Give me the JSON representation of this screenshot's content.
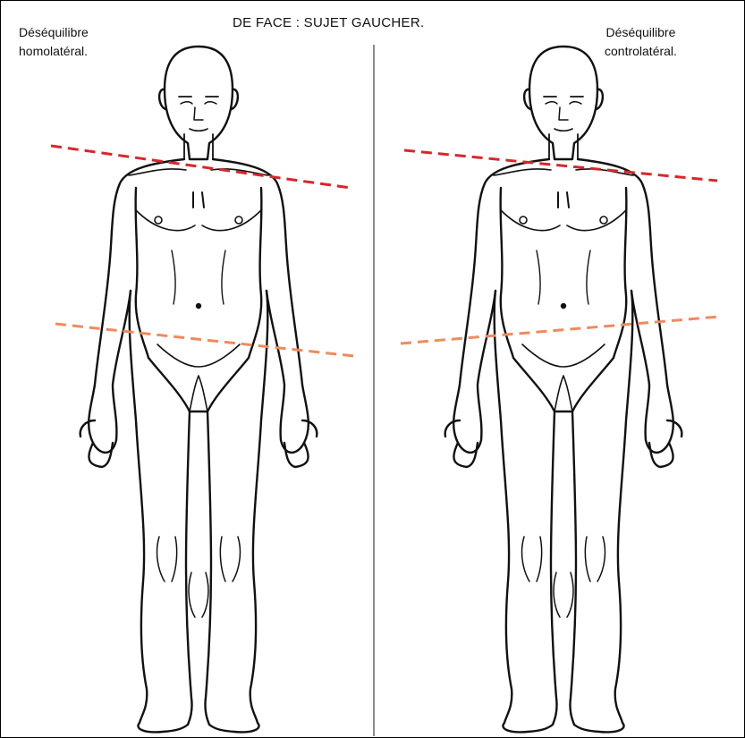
{
  "title": "DE FACE : SUJET GAUCHER.",
  "left_panel": {
    "label_line1": "Déséquilibre",
    "label_line2": "homolatéral."
  },
  "right_panel": {
    "label_line1": "Déséquilibre",
    "label_line2": "controlatéral."
  },
  "colors": {
    "shoulder_line": "#d9262b",
    "pelvis_line": "#f08a5d",
    "outline": "#111111",
    "divider": "#8a8a8a"
  }
}
